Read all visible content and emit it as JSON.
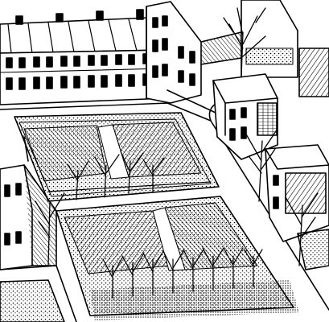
{
  "illustration": {
    "ink_color": "#000000",
    "paper_color": "#ffffff",
    "icons": [
      "townhouse-row",
      "garden-block",
      "tree",
      "street"
    ]
  }
}
